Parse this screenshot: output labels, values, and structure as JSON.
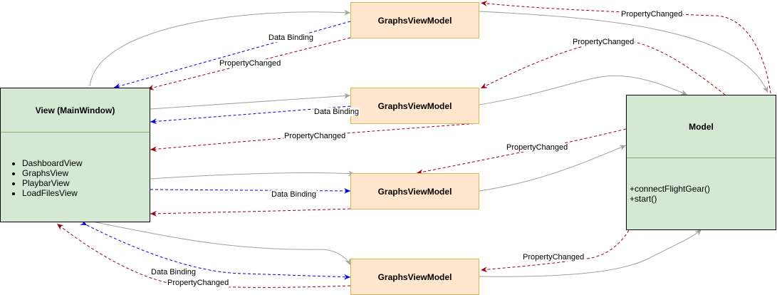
{
  "view": {
    "title": "View (MainWindow)",
    "items": [
      "DashboardView",
      "GraphsView",
      "PlaybarView",
      "LoadFilesView"
    ]
  },
  "viewmodels": [
    {
      "label": "GraphsViewModel"
    },
    {
      "label": "GraphsViewModel"
    },
    {
      "label": "GraphsViewModel"
    },
    {
      "label": "GraphsViewModel"
    }
  ],
  "model": {
    "title": "Model",
    "operations": [
      "+connectFlightGear()",
      "+start()"
    ]
  },
  "edge_labels": {
    "data_binding": "Data Binding",
    "property_changed": "PropertyChanged"
  },
  "colors": {
    "data_binding": "#0000dd",
    "property_changed": "#990011",
    "association": "#a0a0a0",
    "viewmodel_fill": "#ffe6cc",
    "class_fill": "#d5e8d4"
  }
}
